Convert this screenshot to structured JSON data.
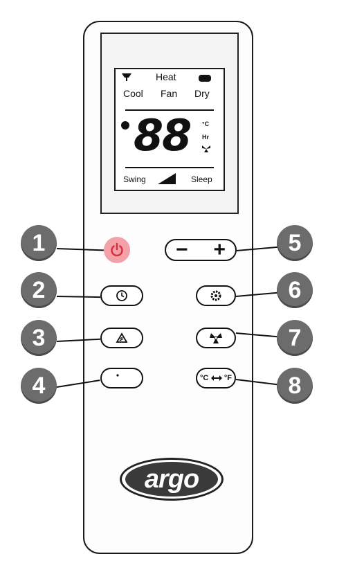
{
  "display": {
    "mode_heat": "Heat",
    "mode_cool": "Cool",
    "mode_fan": "Fan",
    "mode_dry": "Dry",
    "digits": "88",
    "unit_deg": "°C",
    "unit_hr": "Hr",
    "swing": "Swing",
    "sleep": "Sleep"
  },
  "buttons": {
    "temp_minus": "−",
    "temp_plus": "+",
    "temp_unit_c": "°C",
    "temp_unit_f": "°F"
  },
  "badges": [
    "1",
    "2",
    "3",
    "4",
    "5",
    "6",
    "7",
    "8"
  ],
  "brand": {
    "logo": "argo"
  },
  "colors": {
    "power_button": "#f4a0a8",
    "power_icon": "#d9303e",
    "badge": "#6c6c6c"
  }
}
